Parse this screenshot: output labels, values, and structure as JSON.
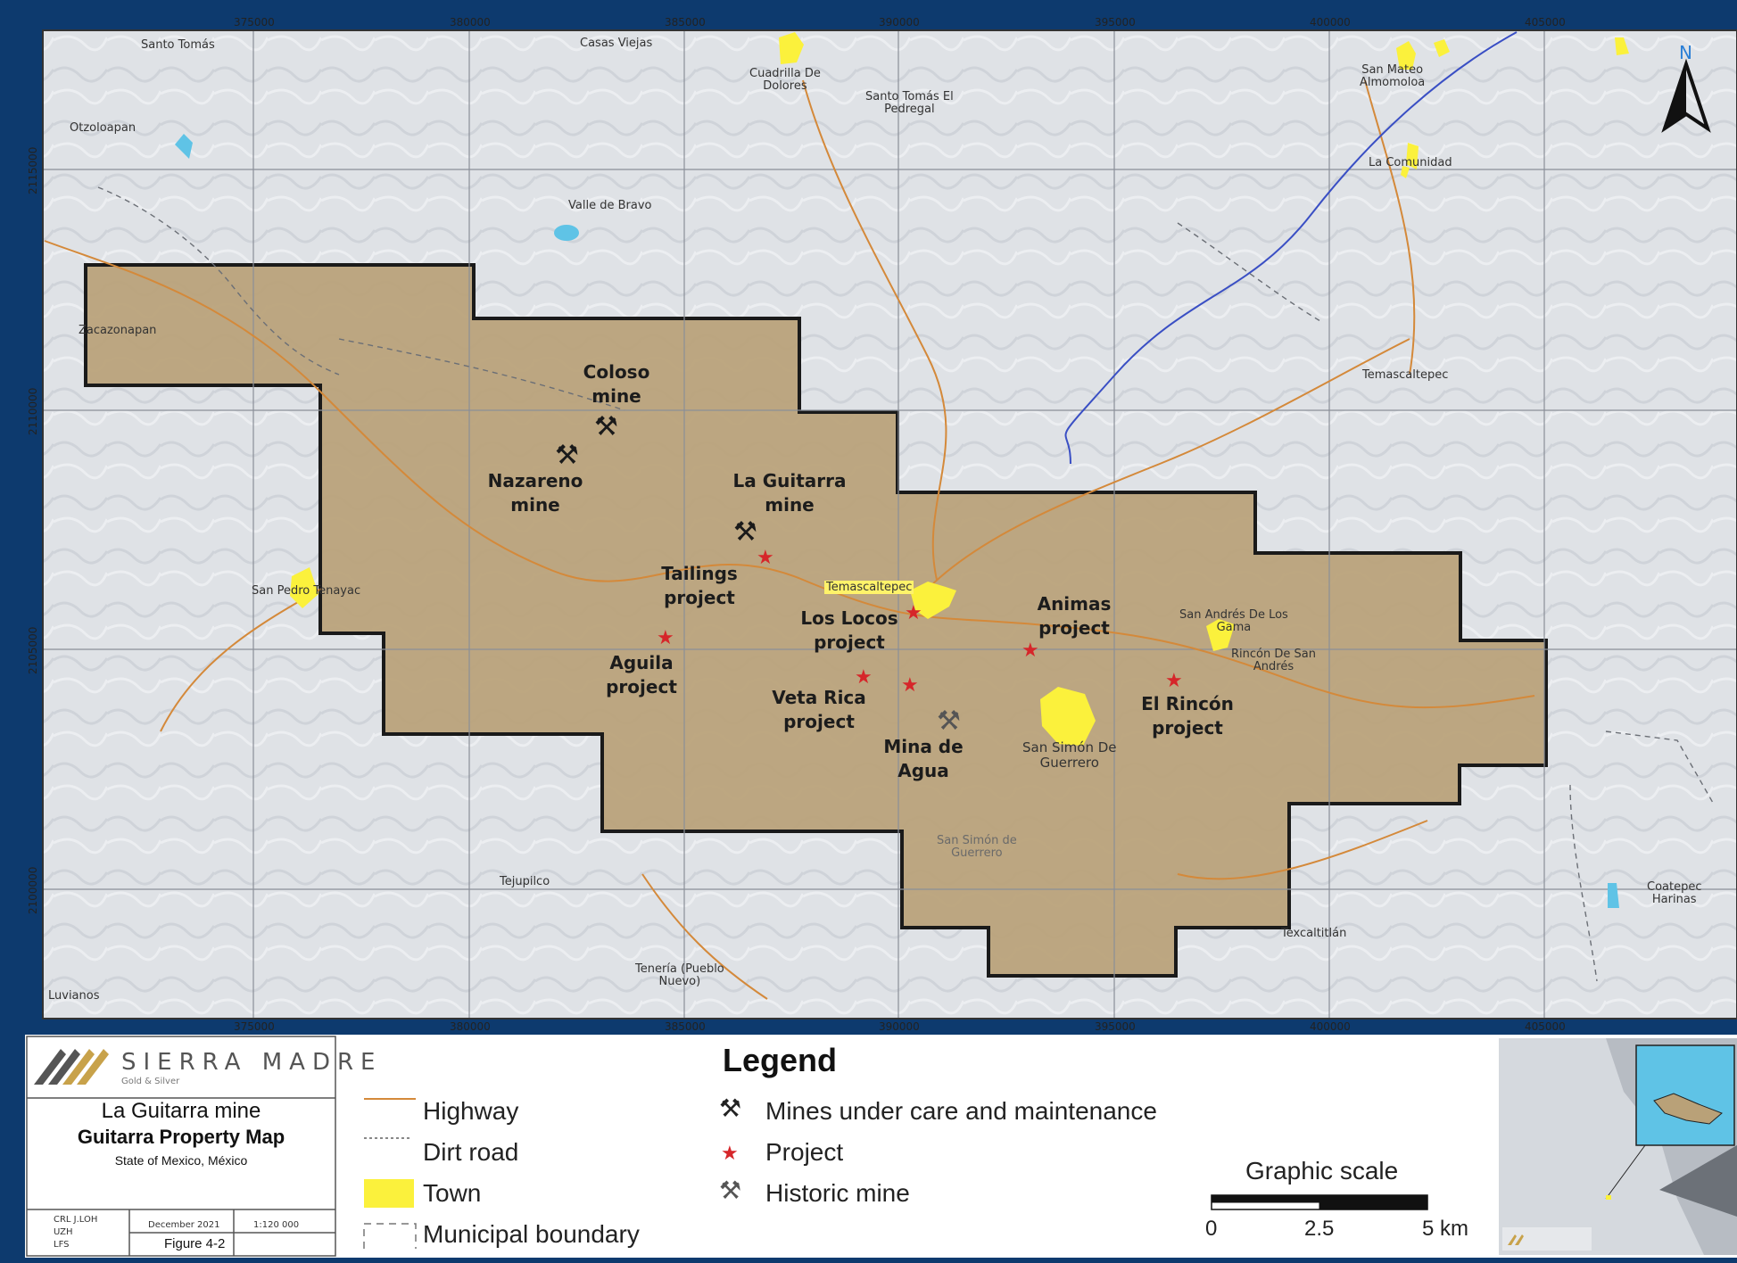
{
  "map": {
    "x_ticks": [
      "375000",
      "380000",
      "385000",
      "390000",
      "395000",
      "400000",
      "405000"
    ],
    "y_ticks": [
      "2115000",
      "2110000",
      "2105000",
      "2100000"
    ],
    "north_label": "N",
    "places": {
      "santo_tomas": "Santo Tomás",
      "casas_viejas": "Casas Viejas",
      "cuadrilla": "Cuadrilla De\nDolores",
      "santo_tomas_pedregal": "Santo Tomás El\nPedregal",
      "san_mateo": "San Mateo\nAlmomoloa",
      "otzoloapan": "Otzoloapan",
      "la_comunidad": "La Comunidad",
      "valle_bravo": "Valle de Bravo",
      "zacazonapan": "Zacazonapan",
      "temascaltepec_n": "Temascaltepec",
      "san_pedro": "San Pedro Tenayac",
      "temascaltepec_town": "Temascaltepec",
      "san_andres": "San Andrés De Los\nGama",
      "rincon_san_andres": "Rincón De San\nAndrés",
      "san_simon_town": "San Simón De\nGuerrero",
      "san_simon_mun": "San Simón de\nGuerrero",
      "tejupilco": "Tejupilco",
      "coatepec": "Coatepec\nHarinas",
      "texcaltitlan": "Texcaltitlán",
      "teneria": "Tenería (Pueblo\nNuevo)",
      "luvianos": "Luvianos"
    },
    "labels": {
      "coloso": "Coloso\nmine",
      "nazareno": "Nazareno\nmine",
      "guitarra": "La Guitarra\nmine",
      "tailings": "Tailings\nproject",
      "aguila": "Aguila\nproject",
      "los_locos": "Los Locos\nproject",
      "veta_rica": "Veta Rica\nproject",
      "mina_agua": "Mina de\nAgua",
      "animas": "Animas\nproject",
      "el_rincon": "El Rincón\nproject"
    }
  },
  "title_block": {
    "company": "SIERRA MADRE",
    "company_sub": "Gold & Silver",
    "title": "La Guitarra mine",
    "subtitle": "Guitarra Property Map",
    "state": "State of Mexico, México",
    "drawn_by": "CRL J.LOH",
    "checked": "UZH",
    "approved": "LFS",
    "date": "December 2021",
    "scale": "1:120 000",
    "figure": "Figure 4-2"
  },
  "legend": {
    "title": "Legend",
    "highway": "Highway",
    "dirt_road": "Dirt road",
    "town": "Town",
    "municipal": "Municipal boundary",
    "mines_care": "Mines under care and maintenance",
    "project": "Project",
    "historic": "Historic mine"
  },
  "scale_bar": {
    "title": "Graphic scale",
    "l0": "0",
    "l1": "2.5",
    "l2": "5 km"
  },
  "colors": {
    "property": "#b9a178",
    "town": "#fbf13c",
    "highway": "#d4893a",
    "river": "#3a4fc4",
    "star": "#d6262a"
  }
}
